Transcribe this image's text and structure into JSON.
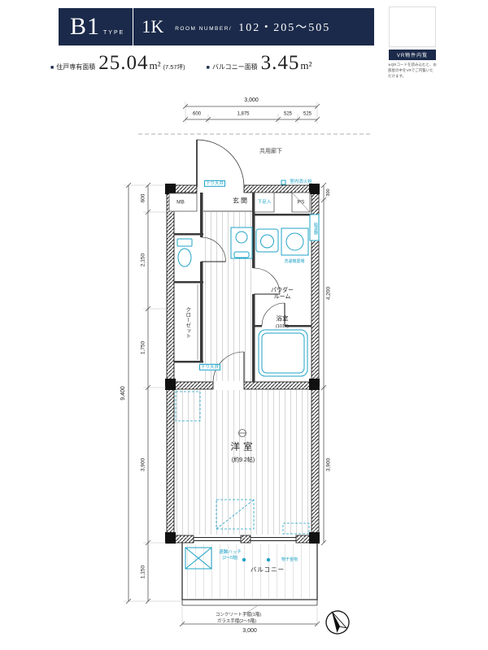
{
  "colors": {
    "navy": "#1b2a4a",
    "accent_cyan": "#1fa3c7"
  },
  "header": {
    "type_name": "B1",
    "type_caption": "TYPE",
    "plan_type": "1K",
    "room_number_label": "ROOM NUMBER/",
    "room_numbers": "102・205〜505"
  },
  "vr": {
    "badge": "VR物件内覧",
    "caption": "※QRコードを読み込むと、お部屋の中をVRでご内覧いただけます。"
  },
  "areas": {
    "bullet": "■",
    "unit_label": "住戸専有面積",
    "unit_value": "25.04",
    "unit_unit": "m²",
    "unit_tsubo": "(7.57坪)",
    "balcony_label": "バルコニー面積",
    "balcony_value": "3.45",
    "balcony_unit": "m²"
  },
  "plan": {
    "corridor": "共用廊下",
    "entrance": "玄関",
    "mb": "MB",
    "ps": "PS",
    "shoe_box": "下足入",
    "fire_hydrant": "室内消火栓",
    "lowered_ceiling": "下り天井",
    "washer": "洗濯機置場",
    "water_heater": "給湯器",
    "powder_room": "パウダールーム",
    "bath": "浴室",
    "bath_size": "(1014)",
    "closet": "クローゼット",
    "main_room": "洋室",
    "main_room_size": "(約9.2帖)",
    "balcony": "バルコニー",
    "hatch": "避難ハッチ",
    "hatch_floors": "(2〜5階)",
    "laundry_bracket": "物干金物",
    "railing_note_1": "コンクリート手摺(1階)",
    "railing_note_2": "ガラス手摺(2〜5階)"
  },
  "dims": {
    "top_overall": "3,000",
    "top_seg_1": "600",
    "top_seg_2": "1,875",
    "top_seg_3": "525",
    "top_seg_4": "525",
    "bottom": "3,000",
    "left_overall": "9,400",
    "left_seg_1": "600",
    "left_seg_2": "2,150",
    "left_seg_3": "1,750",
    "left_seg_4": "3,900",
    "left_seg_5": "1,150",
    "right_seg_1": "300",
    "right_seg_2": "4,200",
    "right_seg_3": "3,900"
  }
}
